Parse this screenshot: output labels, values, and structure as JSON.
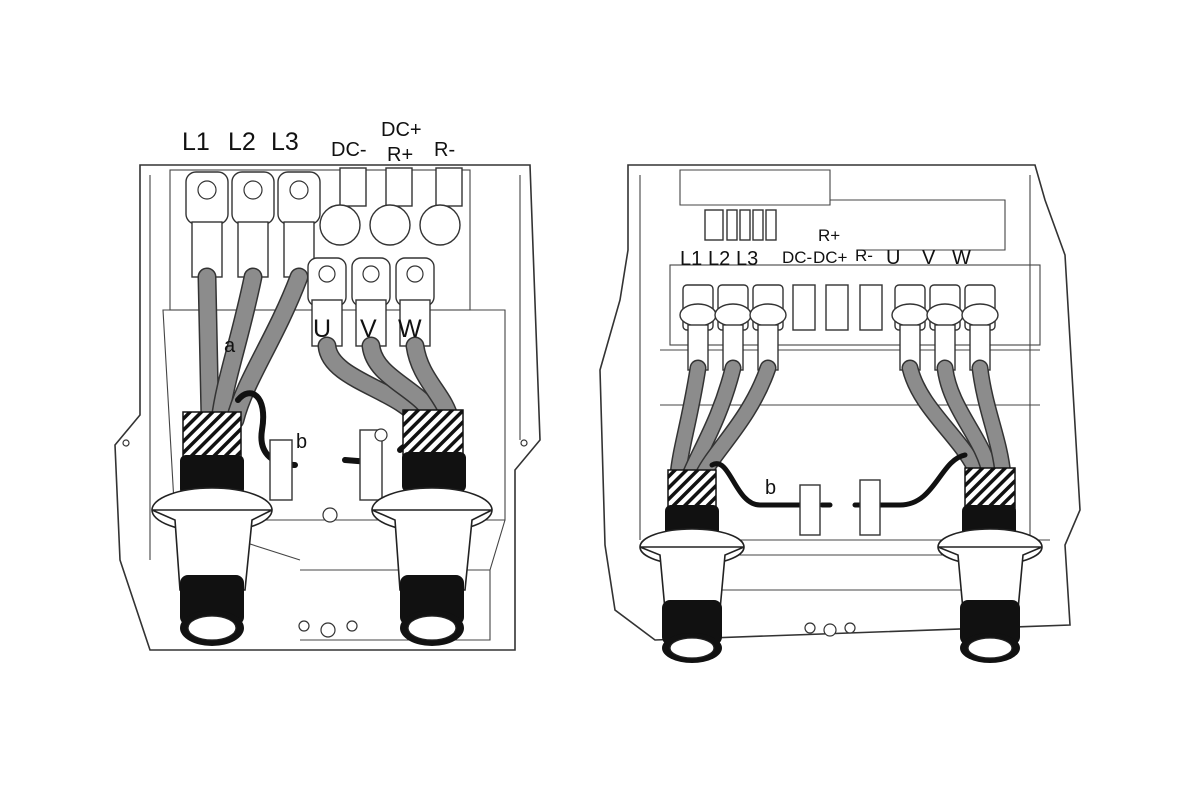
{
  "figure": {
    "left_panel": {
      "input_terminals": [
        "L1",
        "L2",
        "L3"
      ],
      "dc_terminals": {
        "dc_minus": "DC-",
        "dc_plus": "DC+",
        "r_plus": "R+",
        "r_minus": "R-"
      },
      "output_terminals": [
        "U",
        "V",
        "W"
      ],
      "callout_a": "a",
      "callout_b": "b"
    },
    "right_panel": {
      "input_terminals": [
        "L1",
        "L2",
        "L3"
      ],
      "dc_terminals": {
        "dc_minus": "DC-",
        "dc_plus": "DC+",
        "r_plus": "R+",
        "r_minus": "R-"
      },
      "output_terminals": [
        "U",
        "V",
        "W"
      ],
      "callout_b": "b"
    }
  },
  "colors": {
    "cable": "#8c8c8c",
    "bonding_wire": "#111111",
    "outline": "#333333",
    "background": "#ffffff"
  }
}
